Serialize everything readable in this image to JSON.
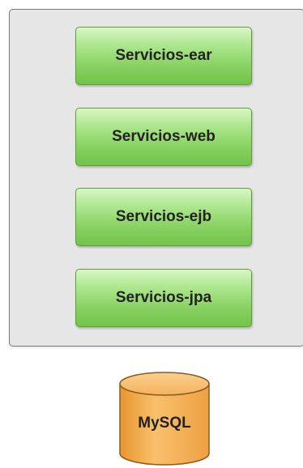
{
  "diagram": {
    "container": {
      "modules": [
        {
          "label": "Servicios-ear"
        },
        {
          "label": "Servicios-web"
        },
        {
          "label": "Servicios-ejb"
        },
        {
          "label": "Servicios-jpa"
        }
      ]
    },
    "database": {
      "label": "MySQL",
      "icon": "database-cylinder-icon"
    }
  },
  "colors": {
    "container_fill": "#e6e6e6",
    "container_border": "#7a7a7a",
    "module_fill_top": "#d8f7c4",
    "module_fill_bottom": "#72c44c",
    "module_border": "#5e9e3a",
    "database_fill": "#f6b25a",
    "database_border": "#8a5a1e",
    "text": "#222222"
  }
}
